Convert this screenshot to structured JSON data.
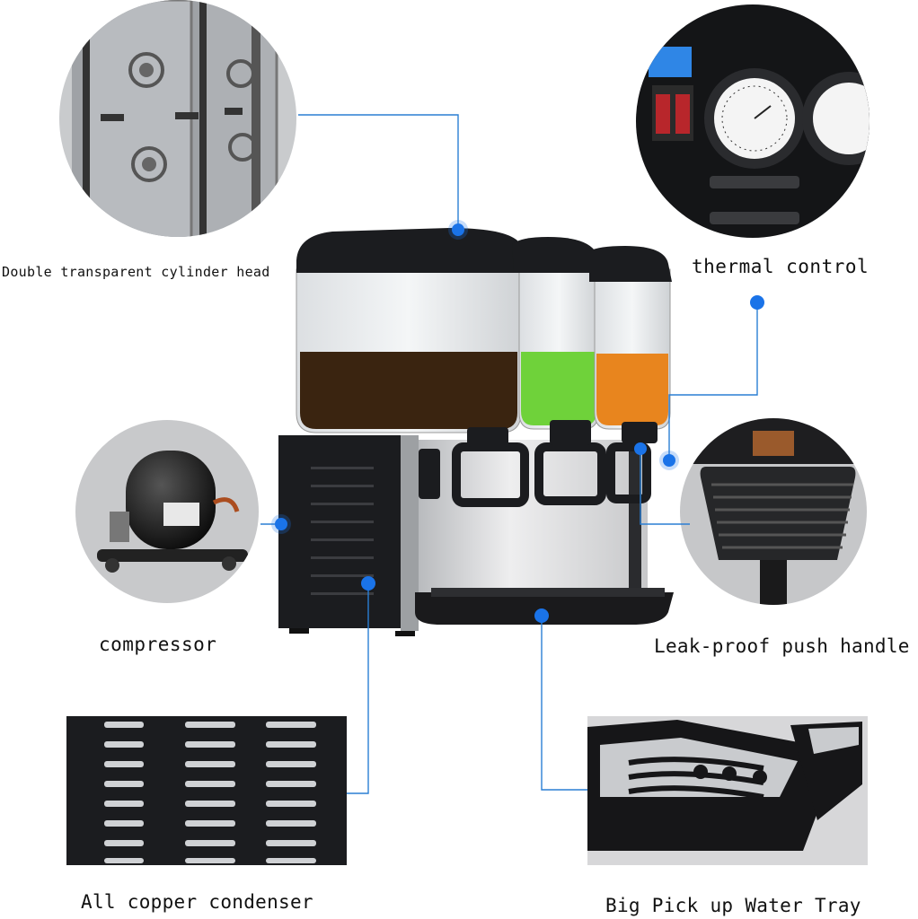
{
  "labels": {
    "cylinder_head": "Double transparent cylinder head",
    "thermal_control": "thermal control",
    "compressor": "compressor",
    "push_handle": "Leak-proof push handle",
    "condenser": "All copper condenser",
    "water_tray": "Big Pick up Water Tray"
  },
  "colors": {
    "background": "#ffffff",
    "leader_line": "#2a7fd4",
    "dot": "#1a73e8",
    "machine_black": "#1b1c1f",
    "steel": "#d9dadc",
    "juice_dark": "#3a2410",
    "juice_green": "#6fd23a",
    "juice_orange": "#e8851e"
  },
  "icons": [
    "callout-dot-icon",
    "thermometer-dial-icon",
    "power-switch-icon"
  ]
}
